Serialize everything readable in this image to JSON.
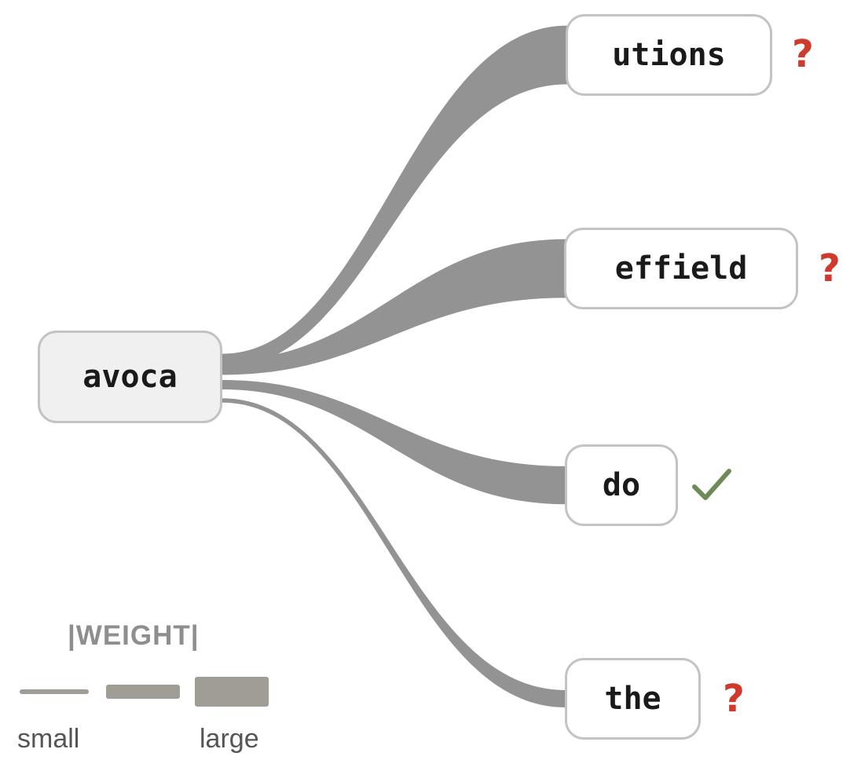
{
  "source": {
    "label": "avoca"
  },
  "targets": [
    {
      "label": "utions",
      "weight": 0.85,
      "status": "unknown",
      "status_symbol": "?"
    },
    {
      "label": "effield",
      "weight": 0.85,
      "status": "unknown",
      "status_symbol": "?"
    },
    {
      "label": "do",
      "weight": 0.55,
      "status": "correct",
      "status_symbol": "check-icon"
    },
    {
      "label": "the",
      "weight": 0.25,
      "status": "unknown",
      "status_symbol": "?"
    }
  ],
  "legend": {
    "title": "|WEIGHT|",
    "small_label": "small",
    "large_label": "large"
  },
  "colors": {
    "edge": "#939393",
    "unknown": "#cf3a2c",
    "correct": "#6f8a58",
    "legend_bar": "#a09d96"
  }
}
